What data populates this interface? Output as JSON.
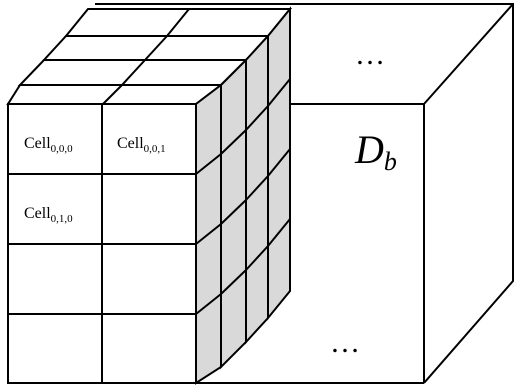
{
  "diagram": {
    "block_label_main": "D",
    "block_label_sub": "b",
    "ellipsis_top": "…",
    "ellipsis_bottom": "…",
    "cells": [
      {
        "main": "Cell",
        "sub": "0,0,0"
      },
      {
        "main": "Cell",
        "sub": "0,0,1"
      },
      {
        "main": "Cell",
        "sub": "0,1,0"
      }
    ],
    "colors": {
      "stroke": "#000000",
      "side_face": "#d9d9d9",
      "background": "#ffffff"
    }
  }
}
